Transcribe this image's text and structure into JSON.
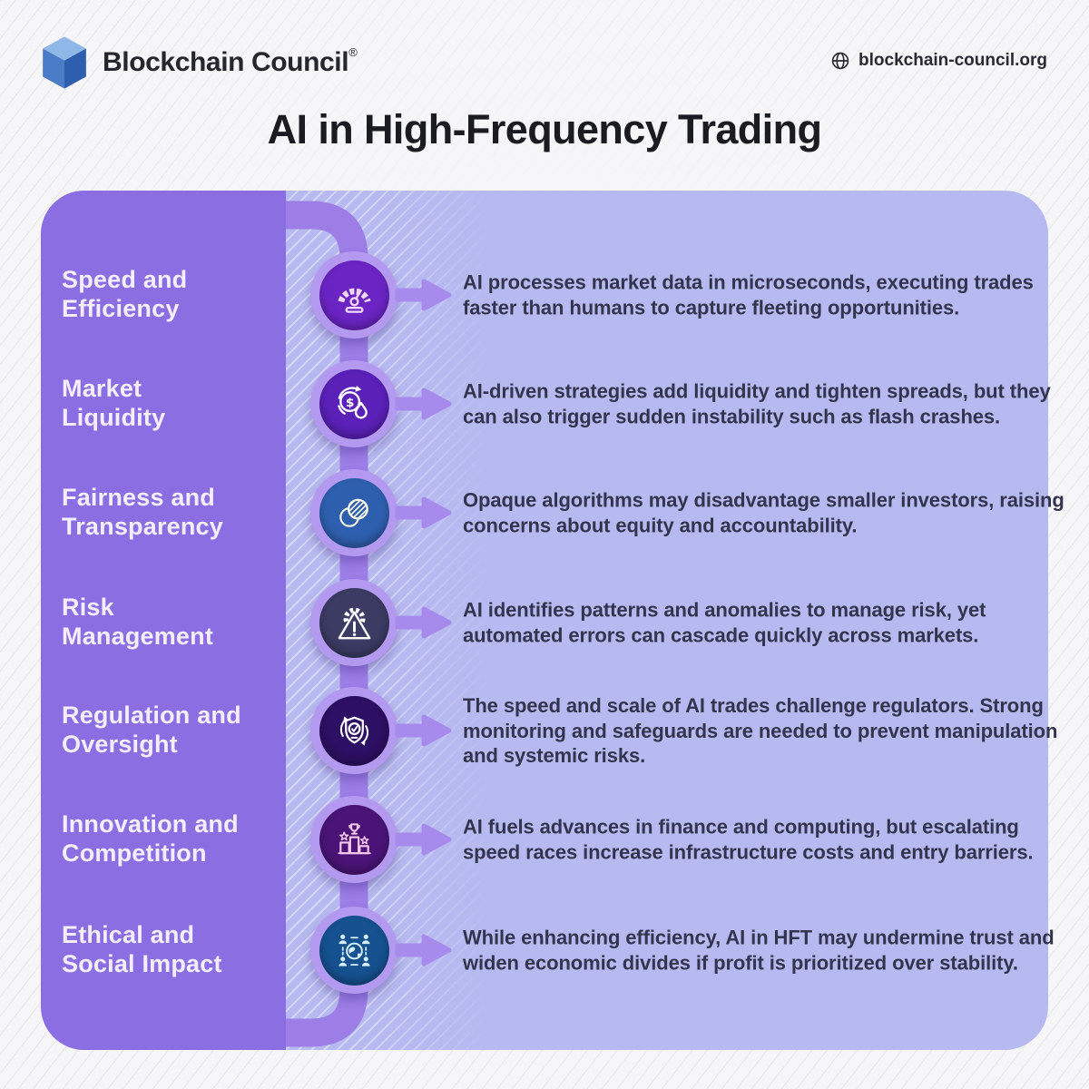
{
  "header": {
    "brand": "Blockchain Council",
    "registered_mark": "®",
    "website": "blockchain-council.org"
  },
  "title": "AI in High-Frequency Trading",
  "timeline": {
    "items": [
      {
        "label_line1": "Speed and",
        "label_line2": "Efficiency",
        "icon": "speedometer-icon",
        "icon_bg": "#6b24c4",
        "icon_fg": "#f3d8fa",
        "description": "AI processes market data in microseconds, executing trades faster than humans to capture fleeting opportunities."
      },
      {
        "label_line1": "Market",
        "label_line2": "Liquidity",
        "icon": "dollar-liquidity-icon",
        "icon_bg": "#5a20b8",
        "icon_fg": "#ffffff",
        "description": "AI-driven strategies add liquidity and tighten spreads, but they can also trigger sudden instability such as flash crashes."
      },
      {
        "label_line1": "Fairness and",
        "label_line2": "Transparency",
        "icon": "overlapping-circles-icon",
        "icon_bg": "#2e5fae",
        "icon_fg": "#f4f6e2",
        "description": "Opaque algorithms may disadvantage smaller investors, raising concerns about equity and accountability."
      },
      {
        "label_line1": "Risk",
        "label_line2": "Management",
        "icon": "warning-gear-icon",
        "icon_bg": "#3b3b63",
        "icon_fg": "#ffffff",
        "description": "AI identifies patterns and anomalies to manage risk, yet automated errors can cascade quickly across markets."
      },
      {
        "label_line1": "Regulation and",
        "label_line2": "Oversight",
        "icon": "shield-check-icon",
        "icon_bg": "#2d0f63",
        "icon_fg": "#ffffff",
        "description": "The speed and scale of AI trades challenge regulators. Strong monitoring and safeguards are needed to prevent manipulation and systemic risks."
      },
      {
        "label_line1": "Innovation and",
        "label_line2": "Competition",
        "icon": "podium-trophy-icon",
        "icon_bg": "#4a1477",
        "icon_fg": "#f5c9ee",
        "description": "AI fuels advances in finance and computing, but escalating speed races increase infrastructure costs and entry barriers."
      },
      {
        "label_line1": "Ethical and",
        "label_line2": "Social Impact",
        "icon": "people-globe-icon",
        "icon_bg": "#15508f",
        "icon_fg": "#d7effb",
        "description": "While enhancing efficiency, AI in HFT may undermine trust and widen economic divides if profit is prioritized over stability."
      }
    ]
  },
  "colors": {
    "panel": "#b7baf0",
    "sidebar": "#8c6ee3",
    "rail": "#9c7ee6",
    "ring": "#b39af0",
    "arrow": "#a78bec",
    "descc": "#33354f",
    "labelc": "#f4efff",
    "titlec": "#1b1b22"
  }
}
